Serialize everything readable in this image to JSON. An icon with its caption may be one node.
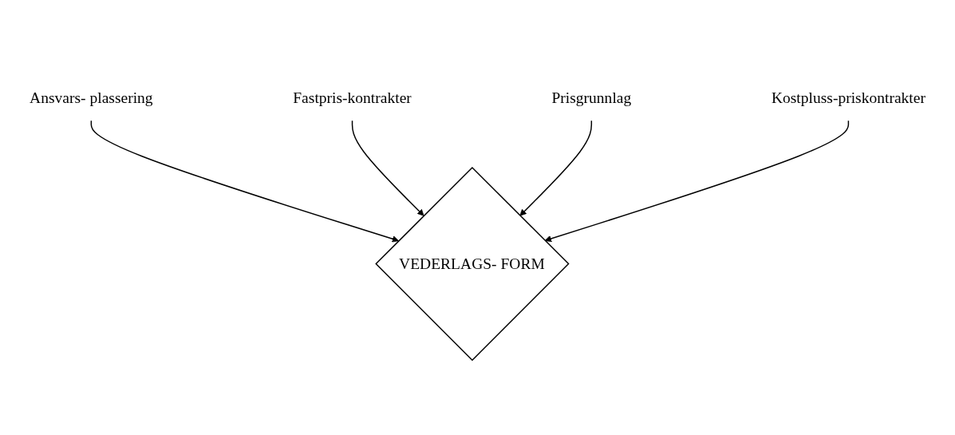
{
  "diagram": {
    "nodes": [
      {
        "text": [
          "Ansvars- plassering"
        ]
      },
      {
        "text": [
          "Fastpris-kontrakter"
        ]
      },
      {
        "text": [
          "VEDERLAGS- FORM"
        ]
      },
      {
        "text": [
          "Prisgrunnlag"
        ]
      },
      {
        "text": [
          "Kostpluss-priskontrakter"
        ]
      }
    ],
    "edges": [
      {
        "from": 0,
        "to": 2,
        "arrow": "to"
      },
      {
        "from": 1,
        "to": 2,
        "arrow": "to"
      },
      {
        "from": 3,
        "to": 2,
        "arrow": "to"
      },
      {
        "from": 4,
        "to": 2,
        "arrow": "to"
      }
    ]
  }
}
